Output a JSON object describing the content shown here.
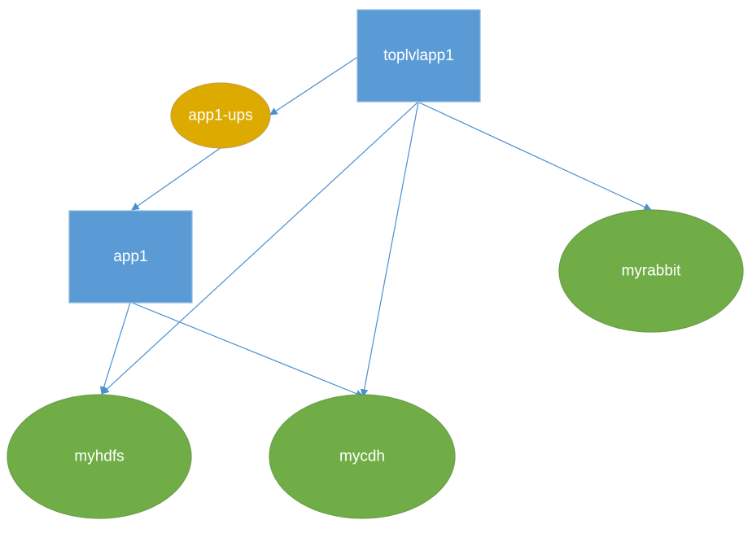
{
  "nodes": {
    "toplvlapp1": {
      "label": "toplvlapp1",
      "shape": "rectangle",
      "color": "#5b9bd5"
    },
    "app1_ups": {
      "label": "app1-ups",
      "shape": "ellipse",
      "color": "#ddaa00"
    },
    "app1": {
      "label": "app1",
      "shape": "rectangle",
      "color": "#5b9bd5"
    },
    "myrabbit": {
      "label": "myrabbit",
      "shape": "ellipse",
      "color": "#70ad47"
    },
    "myhdfs": {
      "label": "myhdfs",
      "shape": "ellipse",
      "color": "#70ad47"
    },
    "mycdh": {
      "label": "mycdh",
      "shape": "ellipse",
      "color": "#70ad47"
    }
  },
  "edges": [
    {
      "from": "toplvlapp1",
      "to": "app1-ups"
    },
    {
      "from": "app1-ups",
      "to": "app1"
    },
    {
      "from": "toplvlapp1",
      "to": "myhdfs"
    },
    {
      "from": "toplvlapp1",
      "to": "mycdh"
    },
    {
      "from": "toplvlapp1",
      "to": "myrabbit"
    },
    {
      "from": "app1",
      "to": "myhdfs"
    },
    {
      "from": "app1",
      "to": "mycdh"
    }
  ],
  "colors": {
    "edge": "#4a8fd0",
    "rectangle_fill": "#5b9bd5",
    "rectangle_stroke": "#8fb8e0",
    "ups_fill": "#ddaa00",
    "ups_stroke": "#c8a046",
    "service_fill": "#70ad47",
    "service_stroke": "#6a9d4a"
  }
}
